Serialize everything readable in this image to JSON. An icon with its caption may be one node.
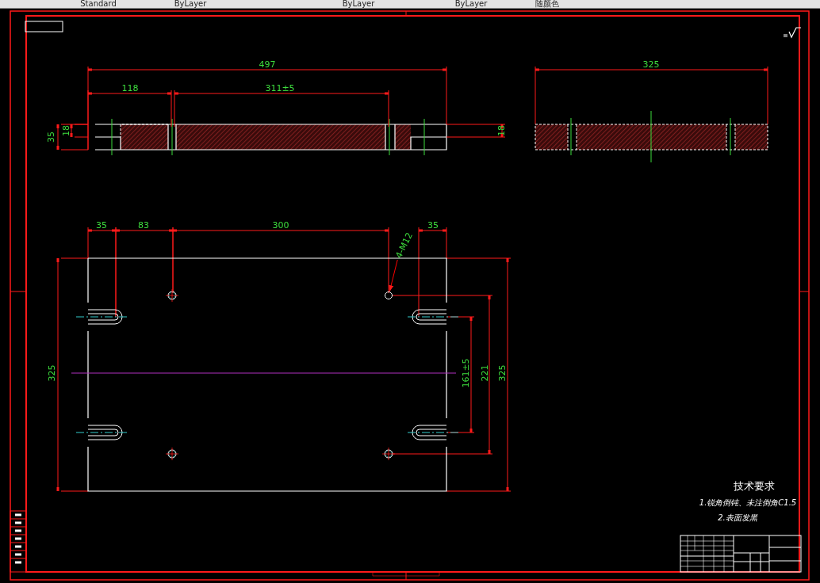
{
  "diagram": {
    "nodes": [
      {
        "text": [
          "4-M12"
        ]
      },
      {
        "text": [],
        "shape": "circle"
      }
    ],
    "edges": [
      {
        "from": 0,
        "to": 1,
        "arrow": "to",
        "color": "#ff0000"
      }
    ],
    "labels": [
      "Standard",
      "ByLayer",
      "ByLayer",
      "ByLayer",
      "随颜色",
      "497",
      "118",
      "311±5",
      "35",
      "18",
      "18",
      "325",
      "35",
      "83",
      "300",
      "35",
      "325",
      "161±5",
      "221",
      "325",
      "技术要求",
      "1.锐角倒钝、未注倒角C1.5",
      "2.表面发黑"
    ]
  }
}
